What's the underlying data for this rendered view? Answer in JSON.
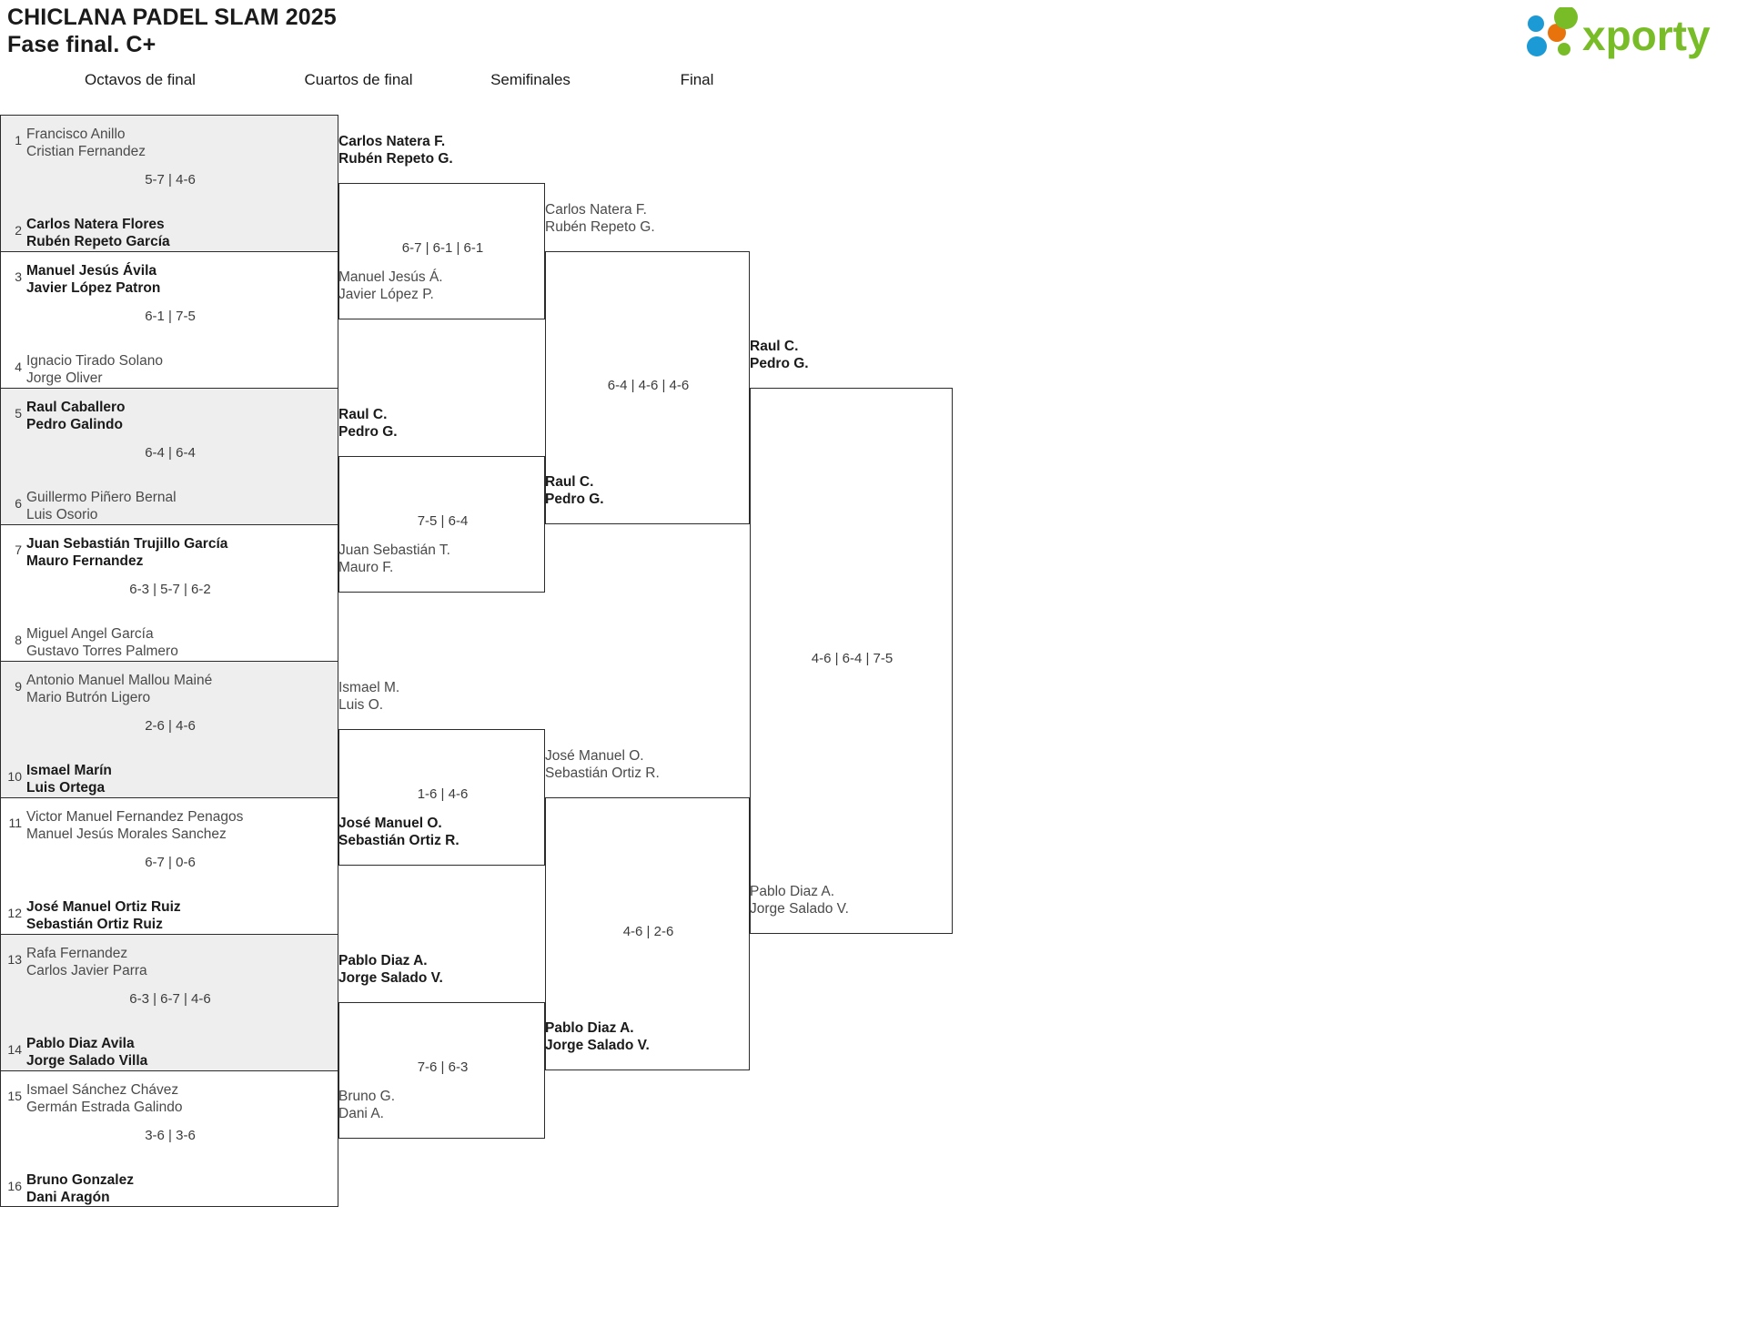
{
  "header": {
    "title": "CHICLANA PADEL SLAM 2025",
    "subtitle": "Fase final. C+",
    "logo_text": "xporty",
    "logo_colors": {
      "blue": "#1b9ad6",
      "orange": "#e8730c",
      "green": "#78bc27"
    }
  },
  "rounds": [
    {
      "id": "r16",
      "label": "Octavos de final"
    },
    {
      "id": "qf",
      "label": "Cuartos de final"
    },
    {
      "id": "sf",
      "label": "Semifinales"
    },
    {
      "id": "f",
      "label": "Final"
    }
  ],
  "round16": [
    {
      "score": "5-7 | 4-6",
      "top": {
        "seed": "1",
        "p1": "Francisco Anillo",
        "p2": "Cristian Fernandez",
        "winner": false
      },
      "bottom": {
        "seed": "2",
        "p1": "Carlos Natera Flores",
        "p2": "Rubén Repeto García",
        "winner": true
      }
    },
    {
      "score": "6-1 | 7-5",
      "top": {
        "seed": "3",
        "p1": "Manuel Jesús Ávila",
        "p2": "Javier López Patron",
        "winner": true
      },
      "bottom": {
        "seed": "4",
        "p1": "Ignacio Tirado Solano",
        "p2": "Jorge Oliver",
        "winner": false
      }
    },
    {
      "score": "6-4 | 6-4",
      "top": {
        "seed": "5",
        "p1": "Raul Caballero",
        "p2": "Pedro Galindo",
        "winner": true
      },
      "bottom": {
        "seed": "6",
        "p1": "Guillermo Piñero Bernal",
        "p2": "Luis Osorio",
        "winner": false
      }
    },
    {
      "score": "6-3 | 5-7 | 6-2",
      "top": {
        "seed": "7",
        "p1": "Juan Sebastián Trujillo García",
        "p2": "Mauro Fernandez",
        "winner": true
      },
      "bottom": {
        "seed": "8",
        "p1": "Miguel Angel García",
        "p2": "Gustavo Torres Palmero",
        "winner": false
      }
    },
    {
      "score": "2-6 | 4-6",
      "top": {
        "seed": "9",
        "p1": "Antonio Manuel Mallou Mainé",
        "p2": "Mario Butrón Ligero",
        "winner": false
      },
      "bottom": {
        "seed": "10",
        "p1": "Ismael Marín",
        "p2": "Luis Ortega",
        "winner": true
      }
    },
    {
      "score": "6-7 | 0-6",
      "top": {
        "seed": "11",
        "p1": "Victor Manuel Fernandez Penagos",
        "p2": "Manuel Jesús Morales Sanchez",
        "winner": false
      },
      "bottom": {
        "seed": "12",
        "p1": "José Manuel Ortiz Ruiz",
        "p2": "Sebastián Ortiz Ruiz",
        "winner": true
      }
    },
    {
      "score": "6-3 | 6-7 | 4-6",
      "top": {
        "seed": "13",
        "p1": "Rafa Fernandez",
        "p2": "Carlos Javier Parra",
        "winner": false
      },
      "bottom": {
        "seed": "14",
        "p1": "Pablo Diaz Avila",
        "p2": "Jorge Salado Villa",
        "winner": true
      }
    },
    {
      "score": "3-6 | 3-6",
      "top": {
        "seed": "15",
        "p1": "Ismael Sánchez Chávez",
        "p2": "Germán Estrada Galindo",
        "winner": false
      },
      "bottom": {
        "seed": "16",
        "p1": "Bruno Gonzalez",
        "p2": "Dani Aragón",
        "winner": true
      }
    }
  ],
  "quarters": [
    {
      "score": "6-7 | 6-1 | 6-1",
      "top": {
        "p1": "Carlos Natera F.",
        "p2": "Rubén Repeto G.",
        "winner": true
      },
      "bottom": {
        "p1": "Manuel Jesús Á.",
        "p2": "Javier López P.",
        "winner": false
      }
    },
    {
      "score": "7-5 | 6-4",
      "top": {
        "p1": "Raul C.",
        "p2": "Pedro G.",
        "winner": true
      },
      "bottom": {
        "p1": "Juan Sebastián T.",
        "p2": "Mauro F.",
        "winner": false
      }
    },
    {
      "score": "1-6 | 4-6",
      "top": {
        "p1": "Ismael M.",
        "p2": "Luis O.",
        "winner": false
      },
      "bottom": {
        "p1": "José Manuel O.",
        "p2": "Sebastián Ortiz R.",
        "winner": true
      }
    },
    {
      "score": "7-6 | 6-3",
      "top": {
        "p1": "Pablo Diaz A.",
        "p2": "Jorge Salado V.",
        "winner": true
      },
      "bottom": {
        "p1": "Bruno G.",
        "p2": "Dani A.",
        "winner": false
      }
    }
  ],
  "semis": [
    {
      "score": "6-4 | 4-6 | 4-6",
      "top": {
        "p1": "Carlos Natera F.",
        "p2": "Rubén Repeto G.",
        "winner": false
      },
      "bottom": {
        "p1": "Raul C.",
        "p2": "Pedro G.",
        "winner": true
      }
    },
    {
      "score": "4-6 | 2-6",
      "top": {
        "p1": "José Manuel O.",
        "p2": "Sebastián Ortiz R.",
        "winner": false
      },
      "bottom": {
        "p1": "Pablo Diaz A.",
        "p2": "Jorge Salado V.",
        "winner": true
      }
    }
  ],
  "final": {
    "score": "4-6 | 6-4 | 7-5",
    "top": {
      "p1": "Raul C.",
      "p2": "Pedro G.",
      "winner": true
    },
    "bottom": {
      "p1": "Pablo Diaz A.",
      "p2": "Jorge Salado V.",
      "winner": false
    }
  }
}
